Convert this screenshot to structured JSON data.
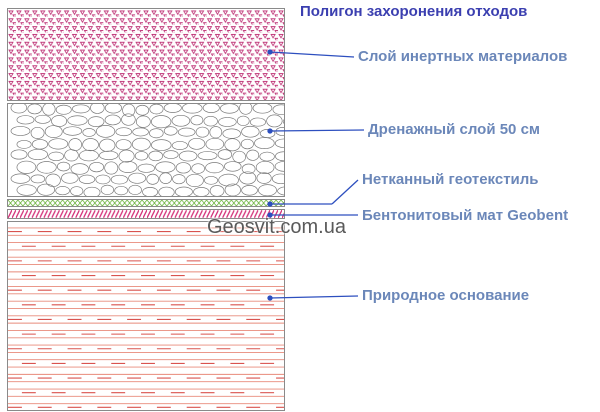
{
  "title": "Полигон захоронения отходов",
  "layers": {
    "inert": {
      "label": "Слой инертных материалов",
      "color": "#c0397a"
    },
    "drainage": {
      "label": "Дренажный слой 50 см",
      "color": "#7a7a7a"
    },
    "geotextile": {
      "label": "Нетканный геотекстиль",
      "color": "#6db33f"
    },
    "bentonite": {
      "label": "Бентонитовый мат Geobent",
      "color": "#d4337a"
    },
    "soil": {
      "label": "Природное основание",
      "color": "#e06060"
    }
  },
  "watermark": "Geosvit.com.ua",
  "colors": {
    "title": "#3b3fb0",
    "labels": "#6b87b9",
    "leader": "#2d4fbf",
    "border": "#8a8a8a"
  }
}
